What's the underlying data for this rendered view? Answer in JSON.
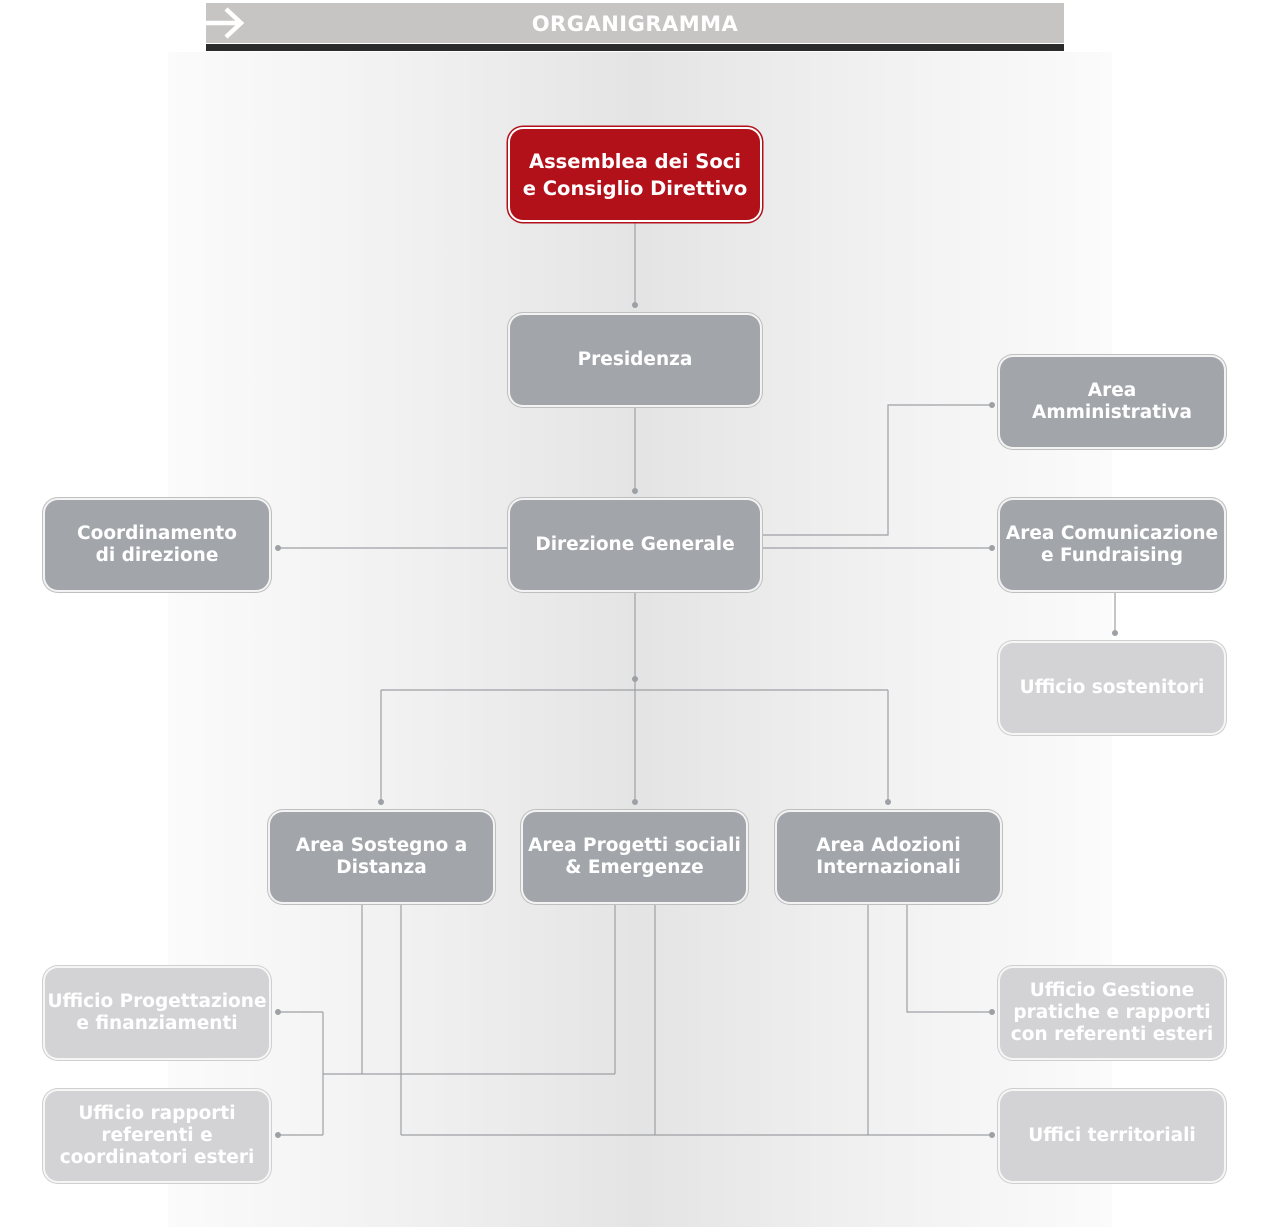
{
  "header": {
    "title": "ORGANIGRAMMA",
    "icon": "arrow-right-icon"
  },
  "colors": {
    "accent_red": "#b3111a",
    "node_gray": "#a2a6ab",
    "node_light": "#d3d3d6",
    "connector": "#9da0a4"
  },
  "nodes": {
    "assemblea": "Assemblea dei Soci\ne Consiglio Direttivo",
    "presidenza": "Presidenza",
    "direzione": "Direzione Generale",
    "coordinamento": "Coordinamento\ndi direzione",
    "amministrativa": "Area\nAmministrativa",
    "comunicazione": "Area Comunicazione\ne Fundraising",
    "sostenitori": "Ufficio sostenitori",
    "sostegno": "Area Sostegno a\nDistanza",
    "progetti": "Area Progetti sociali\n& Emergenze",
    "adozioni": "Area Adozioni\nInternazionali",
    "progettazione": "Ufficio Progettazione\ne finanziamenti",
    "rapporti_esteri": "Ufficio rapporti\nreferenti e\ncoordinatori esteri",
    "gestione_pratiche": "Ufficio Gestione\npratiche e rapporti\ncon referenti esteri",
    "territoriali": "Uffici territoriali"
  }
}
